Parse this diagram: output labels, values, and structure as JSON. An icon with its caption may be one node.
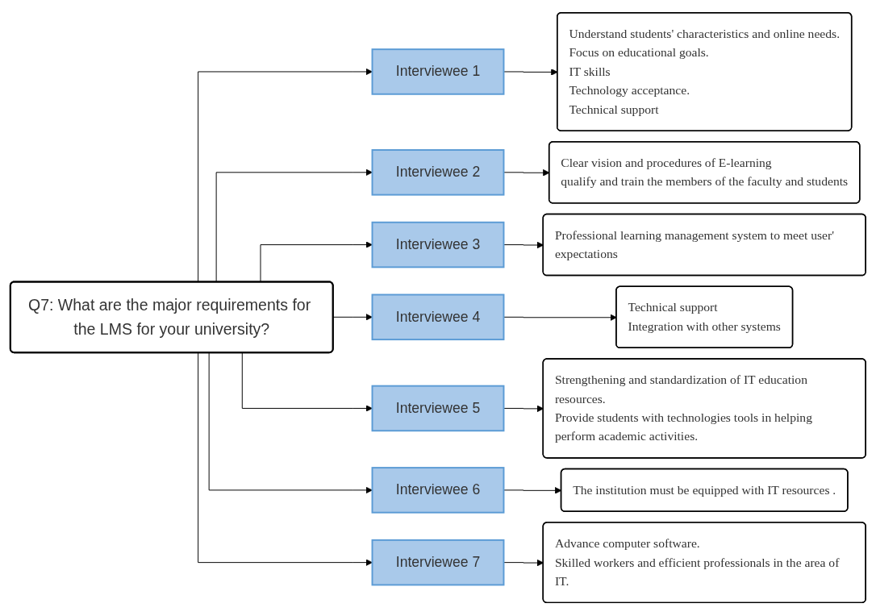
{
  "diagram": {
    "nodes": [
      {
        "text": [
          "Q7: What are the major requirements for the LMS for your university?"
        ]
      },
      {
        "text": [
          "Interviewee 1"
        ]
      },
      {
        "text": [
          "Interviewee 2"
        ]
      },
      {
        "text": [
          "Interviewee 3"
        ]
      },
      {
        "text": [
          "Interviewee 4"
        ]
      },
      {
        "text": [
          "Interviewee 5"
        ]
      },
      {
        "text": [
          "Interviewee 6"
        ]
      },
      {
        "text": [
          "Interviewee 7"
        ]
      },
      {
        "text": [
          "Understand students' characteristics and online needs.",
          "Focus on educational goals.",
          "IT skills",
          "Technology acceptance.",
          "Technical support"
        ]
      },
      {
        "text": [
          "Clear vision and procedures of E-learning",
          "qualify and train the members of the faculty and students"
        ]
      },
      {
        "text": [
          "Professional learning management system to meet user' expectations"
        ]
      },
      {
        "text": [
          "Technical support",
          "Integration with other systems"
        ]
      },
      {
        "text": [
          "Strengthening and standardization of IT education resources.",
          "Provide students with technologies tools in helping perform academic activities."
        ]
      },
      {
        "text": [
          "The institution must be equipped with IT resources ."
        ]
      },
      {
        "text": [
          "Advance computer software.",
          "Skilled workers and efficient professionals in the area of IT."
        ]
      }
    ],
    "edges": [
      {
        "from": 0,
        "to": 1,
        "arrow": "to"
      },
      {
        "from": 0,
        "to": 2,
        "arrow": "to"
      },
      {
        "from": 0,
        "to": 3,
        "arrow": "to"
      },
      {
        "from": 0,
        "to": 4,
        "arrow": "to"
      },
      {
        "from": 0,
        "to": 5,
        "arrow": "to"
      },
      {
        "from": 0,
        "to": 6,
        "arrow": "to"
      },
      {
        "from": 0,
        "to": 7,
        "arrow": "to"
      },
      {
        "from": 1,
        "to": 8,
        "arrow": "to"
      },
      {
        "from": 2,
        "to": 9,
        "arrow": "to"
      },
      {
        "from": 3,
        "to": 10,
        "arrow": "to"
      },
      {
        "from": 4,
        "to": 11,
        "arrow": "to"
      },
      {
        "from": 5,
        "to": 12,
        "arrow": "to"
      },
      {
        "from": 6,
        "to": 13,
        "arrow": "to"
      },
      {
        "from": 7,
        "to": 14,
        "arrow": "to"
      }
    ]
  }
}
